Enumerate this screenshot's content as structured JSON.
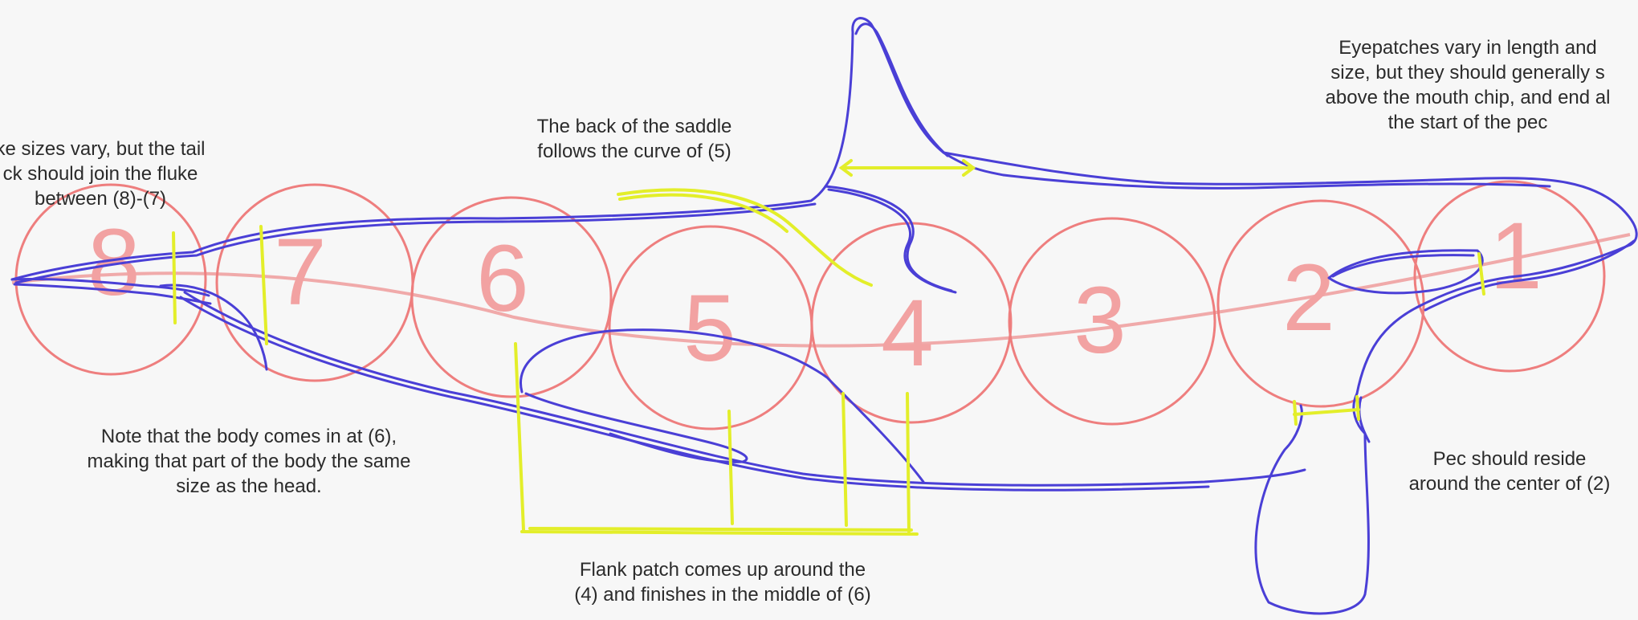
{
  "colors": {
    "background": "#f7f7f7",
    "segment_circle": "#ee7e7e",
    "segment_number": "#f2a2a2",
    "spine_curve": "#f0aaaa",
    "body_outline": "#4a3fd6",
    "guide_marks": "#e3ee2a",
    "note_text": "#2b2b2b"
  },
  "segments": [
    {
      "number": "1"
    },
    {
      "number": "2"
    },
    {
      "number": "3"
    },
    {
      "number": "4"
    },
    {
      "number": "5"
    },
    {
      "number": "6"
    },
    {
      "number": "7"
    },
    {
      "number": "8"
    }
  ],
  "notes": {
    "fluke": [
      "ke sizes vary, but the tail",
      "ck should join the fluke",
      "between (8)-(7)"
    ],
    "saddle": [
      "The back of the saddle",
      "follows the curve of (5)"
    ],
    "eyepatch": [
      "Eyepatches vary in length and",
      "size, but they should generally s",
      "above the mouth chip, and end al",
      "the start of the pec"
    ],
    "body": [
      "Note that the body comes in at (6),",
      "making that part of the body the same",
      "size as the head."
    ],
    "pec": [
      "Pec should reside",
      "around the center of (2)"
    ],
    "flank": [
      "Flank patch comes up around the",
      "(4) and finishes in the middle of (6)"
    ]
  }
}
